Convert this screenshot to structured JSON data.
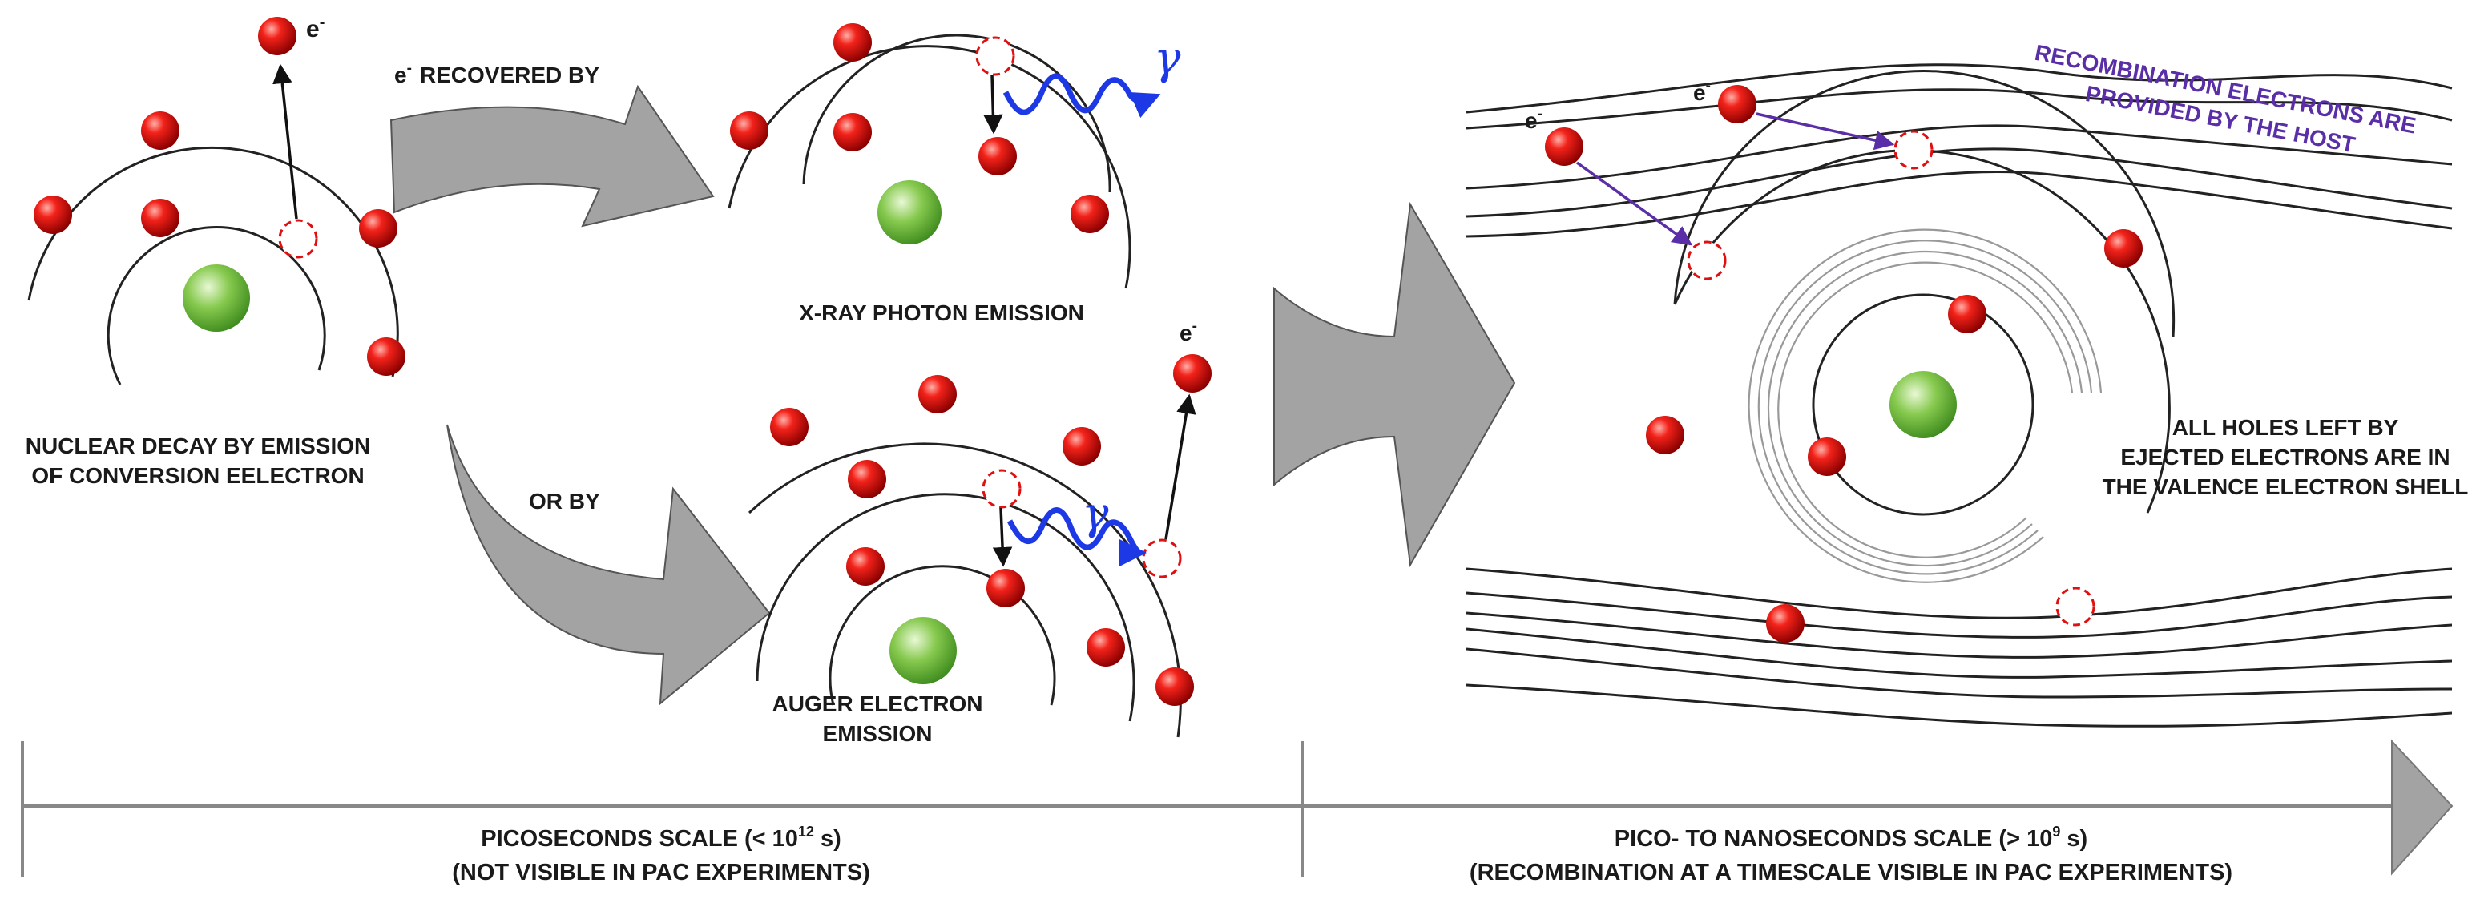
{
  "colors": {
    "electron": "#e01010",
    "nucleus": "#7dc242",
    "arrow_fill": "#a3a3a3",
    "gamma": "#1d39e6",
    "recombination": "#5a2ea6",
    "timeline": "#888888"
  },
  "labels": {
    "electron_symbol": "e",
    "electron_superscript": "-",
    "recovered_by_suffix": "RECOVERED BY",
    "or_by": "OR BY",
    "nuclear_decay_line1": "NUCLEAR DECAY BY EMISSION",
    "nuclear_decay_line2": "OF CONVERSION EELECTRON",
    "xray_emission": "X-RAY PHOTON EMISSION",
    "auger_line1": "AUGER ELECTRON",
    "auger_line2": "EMISSION",
    "gamma": "γ",
    "recombination_line1": "RECOMBINATION ELECTRONS ARE",
    "recombination_line2": "PROVIDED BY THE HOST",
    "holes_line1": "ALL HOLES LEFT BY",
    "holes_line2": "EJECTED ELECTRONS ARE IN",
    "holes_line3": "THE VALENCE ELECTRON SHELL"
  },
  "timeline": {
    "left_line1_prefix": "PICOSECONDS SCALE (< 10",
    "left_line1_exp": "12",
    "left_line1_suffix": " s)",
    "left_line2": "(NOT VISIBLE IN PAC EXPERIMENTS)",
    "right_line1_prefix": "PICO- TO NANOSECONDS SCALE (> 10",
    "right_line1_exp": "9",
    "right_line1_suffix": " s)",
    "right_line2": "(RECOMBINATION AT A TIMESCALE VISIBLE IN PAC EXPERIMENTS)"
  }
}
